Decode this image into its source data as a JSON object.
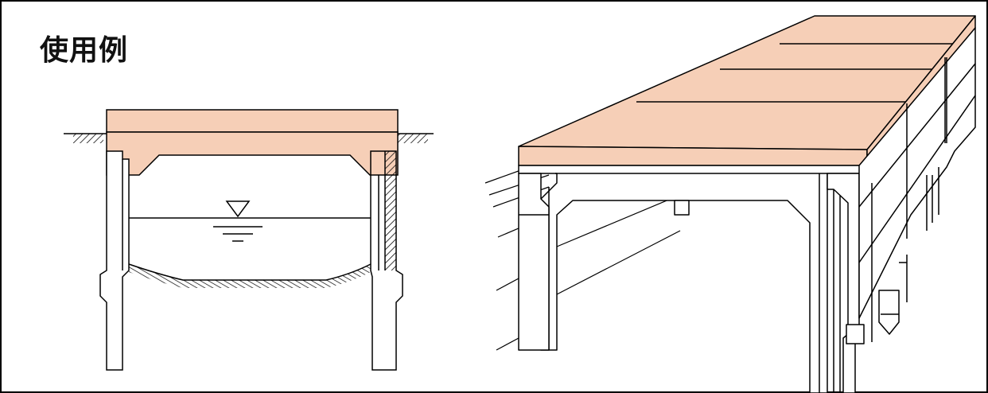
{
  "title": "使用例",
  "colors": {
    "slab": "#f6cfb7",
    "line": "#000000",
    "background": "#ffffff"
  },
  "figures": [
    {
      "name": "cross-section",
      "parts": [
        "slab",
        "beam",
        "left-wall",
        "right-wall",
        "water-level-symbol",
        "riverbed",
        "footings"
      ]
    },
    {
      "name": "perspective",
      "parts": [
        "deck-panels",
        "frames",
        "columns",
        "footings"
      ]
    }
  ]
}
